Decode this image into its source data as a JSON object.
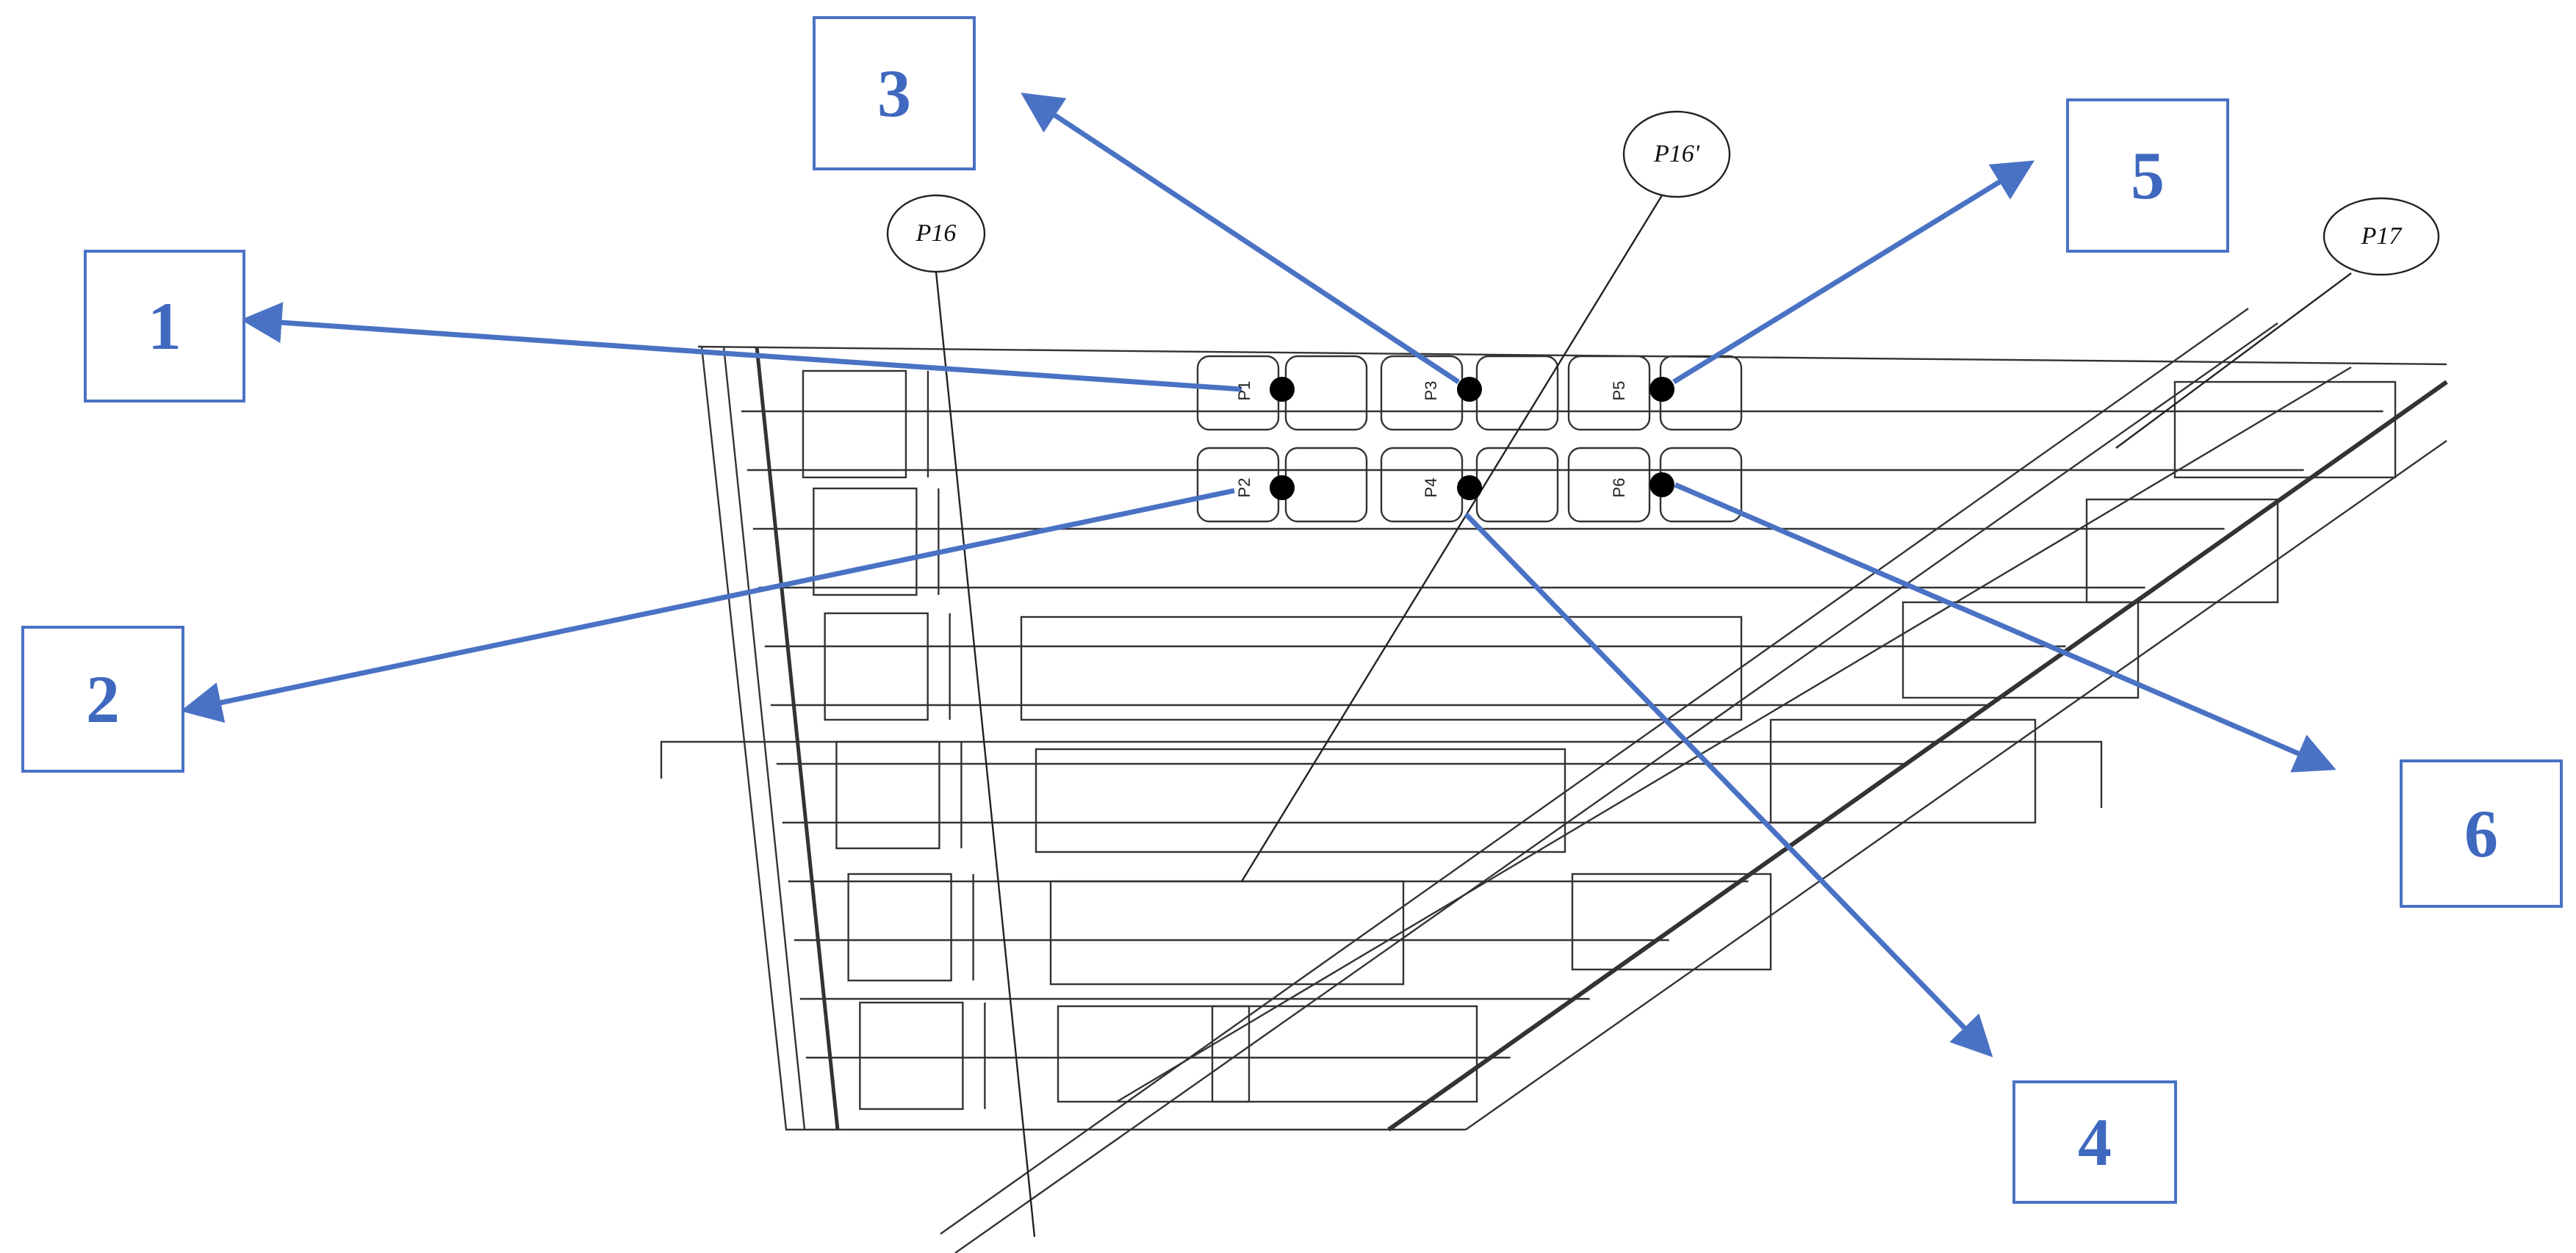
{
  "drawing": {
    "grid_labels": [
      "P16",
      "P16'",
      "P17"
    ],
    "nodes": [
      {
        "id": "1",
        "label": "P1"
      },
      {
        "id": "2",
        "label": "P2"
      },
      {
        "id": "3",
        "label": "P3"
      },
      {
        "id": "4",
        "label": "P4"
      },
      {
        "id": "5",
        "label": "P5"
      },
      {
        "id": "6",
        "label": "P6"
      }
    ],
    "callouts": [
      "1",
      "2",
      "3",
      "4",
      "5",
      "6"
    ]
  },
  "colors": {
    "callout": "#4a72c4",
    "linework": "#333333",
    "node": "#000000"
  }
}
